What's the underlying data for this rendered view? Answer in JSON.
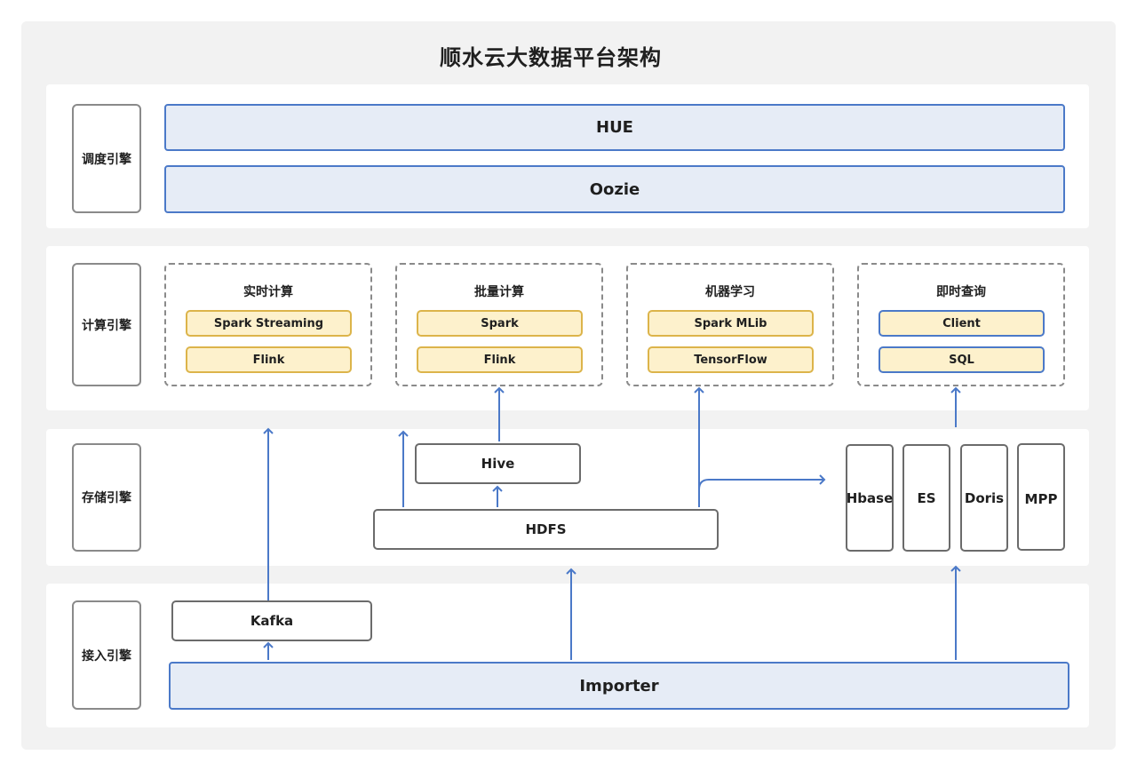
{
  "title": "顺水云大数据平台架构",
  "layers": {
    "schedule": {
      "label": "调度引擎",
      "items": [
        "HUE",
        "Oozie"
      ]
    },
    "compute": {
      "label": "计算引擎",
      "groups": [
        {
          "title": "实时计算",
          "items": [
            "Spark Streaming",
            "Flink"
          ]
        },
        {
          "title": "批量计算",
          "items": [
            "Spark",
            "Flink"
          ]
        },
        {
          "title": "机器学习",
          "items": [
            "Spark MLib",
            "TensorFlow"
          ]
        },
        {
          "title": "即时查询",
          "items": [
            "Client",
            "SQL"
          ]
        }
      ]
    },
    "storage": {
      "label": "存储引擎",
      "hive": "Hive",
      "hdfs": "HDFS",
      "stores": [
        "Hbase",
        "ES",
        "Doris",
        "MPP"
      ]
    },
    "ingest": {
      "label": "接入引擎",
      "kafka": "Kafka",
      "importer": "Importer"
    }
  },
  "colors": {
    "accent_blue": "#4b79c8",
    "blue_fill": "#e6ecf6",
    "yellow_fill": "#fdf1cc",
    "yellow_border": "#dcb44a",
    "gray_border": "#6b6b6b"
  }
}
